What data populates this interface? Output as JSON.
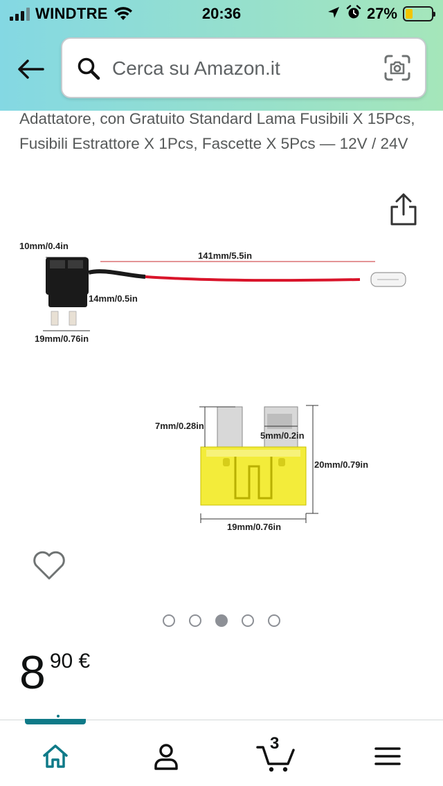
{
  "status_bar": {
    "carrier": "WINDTRE",
    "time": "20:36",
    "battery_percent_text": "27%",
    "battery_level": 0.27
  },
  "search": {
    "placeholder": "Cerca su Amazon.it"
  },
  "product": {
    "title": "Adattatore, con Gratuito Standard Lama Fusibili X 15Pcs, Fusibili Estrattore X 1Pcs, Fascette X 5Pcs — 12V / 24V",
    "image_labels": {
      "holder_width": "10mm/0.4in",
      "cable_length": "141mm/5.5in",
      "holder_depth": "14mm/0.5in",
      "holder_base": "19mm/0.76in",
      "blade_height": "7mm/0.28in",
      "blade_width": "5mm/0.2in",
      "fuse_height": "20mm/0.79in",
      "fuse_width": "19mm/0.76in"
    },
    "carousel": {
      "count": 5,
      "active_index": 2
    },
    "price": {
      "whole": "8",
      "fraction": "90 €"
    }
  },
  "nav": {
    "cart_count": "3"
  },
  "colors": {
    "header_start": "#84d8e3",
    "header_end": "#a5e6ba",
    "nav_active": "#0f7a88",
    "battery": "#f2c500"
  },
  "icons": [
    "back-arrow-icon",
    "search-icon",
    "camera-scan-icon",
    "share-icon",
    "heart-icon",
    "home-icon",
    "user-icon",
    "cart-icon",
    "menu-icon"
  ]
}
